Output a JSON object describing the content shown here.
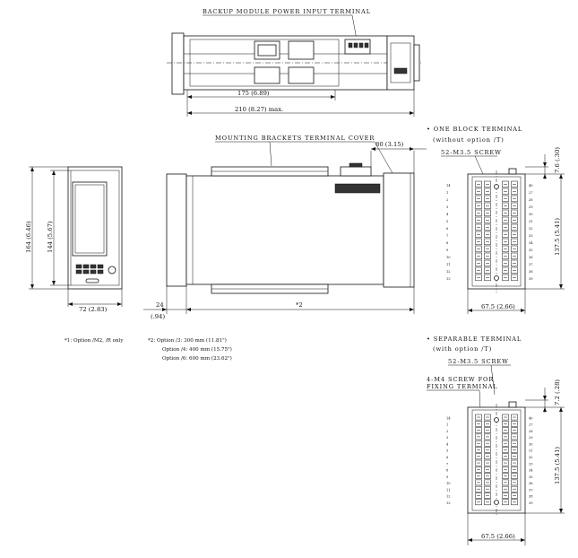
{
  "labels": {
    "backup_terminal": "BACKUP MODULE POWER INPUT TERMINAL",
    "mounting_brackets": "MOUNTING BRACKETS TERMINAL COVER",
    "one_block_title": "• ONE BLOCK TERMINAL",
    "one_block_sub": "(without option /T)",
    "screw_m35_a": "52-M3.5 SCREW",
    "separable_title": "• SEPARABLE TERMINAL",
    "separable_sub": "(with option /T)",
    "screw_m35_b": "52-M3.5 SCREW",
    "screw_m4_line1": "4-M4 SCREW FOR",
    "screw_m4_line2": "FIXING TERMINAL"
  },
  "dimensions": {
    "top_175": "175 (6.89)",
    "top_210": "210 (8.27) max.",
    "side_80": "80 (3.15)",
    "front_164": "164 (6.46)",
    "front_144": "144 (5.67)",
    "front_72": "72 (2.83)",
    "side_24": "24",
    "side_094": "(.94)",
    "side_star2": "*2",
    "t1_76": "7.6 (.30)",
    "t1_1375": "137.5 (5.41)",
    "t1_675": "67.5 (2.66)",
    "t2_72": "7.2 (.28)",
    "t2_1375": "137.5 (5.41)",
    "t2_675": "67.5 (2.66)"
  },
  "notes": {
    "n1": "*1: Option /M2, /R only",
    "n2a": "*2: Option /3: 300 mm (11.81\")",
    "n2b": "Option /4: 400 mm (15.75\")",
    "n2c": "Option /6: 600 mm (23.62\")"
  },
  "pins": {
    "left": [
      "14",
      "1",
      "2",
      "3",
      "4",
      "5",
      "6",
      "7",
      "8",
      "9",
      "10",
      "11",
      "12",
      "13"
    ],
    "right": [
      "40",
      "27",
      "28",
      "29",
      "30",
      "31",
      "32",
      "33",
      "34",
      "35",
      "36",
      "37",
      "38",
      "39"
    ]
  }
}
